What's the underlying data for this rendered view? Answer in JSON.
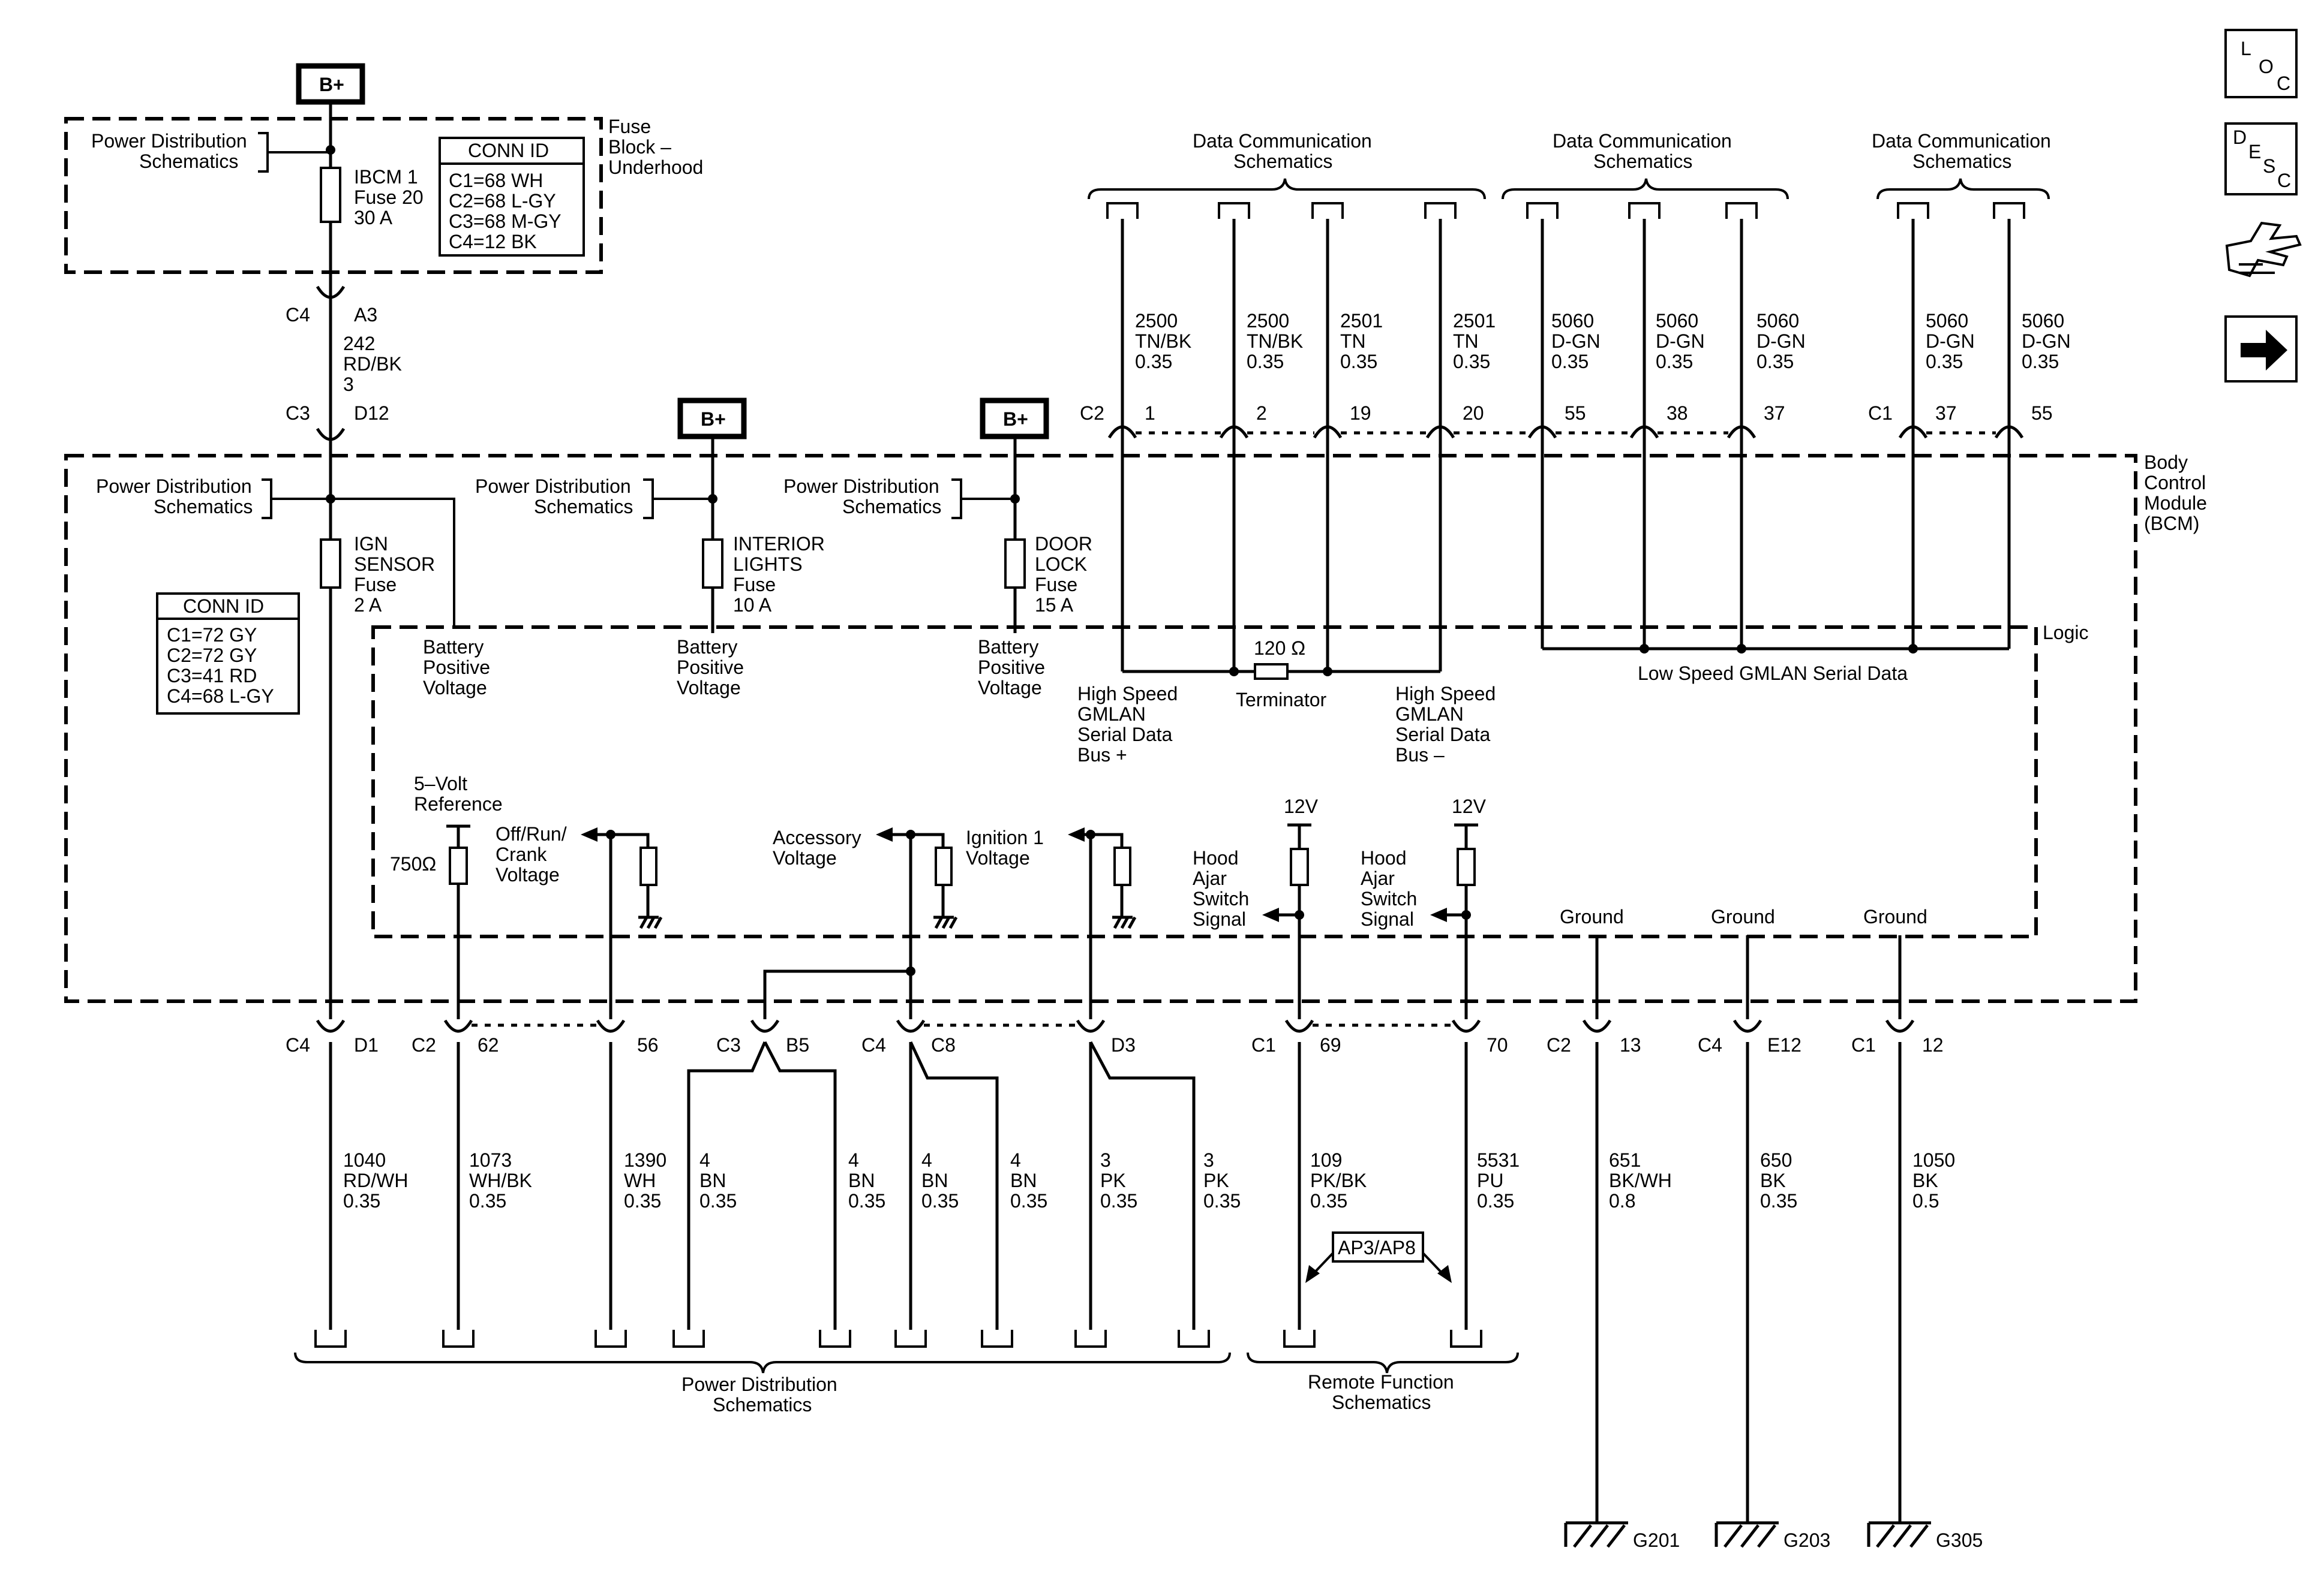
{
  "nav_icons": {
    "loc": [
      "L",
      "O",
      "C"
    ],
    "desc": [
      "D",
      "E",
      "S",
      "C"
    ],
    "items": [
      "loc-icon",
      "desc-icon",
      "connector-hand-icon",
      "next-arrow-icon"
    ]
  },
  "battery": {
    "label": "B+"
  },
  "fuse_block": {
    "title": [
      "Fuse",
      "Block –",
      "Underhood"
    ],
    "pd_ref": [
      "Power Distribution",
      "Schematics"
    ],
    "fuse": [
      "IBCM 1",
      "Fuse 20",
      "30 A"
    ],
    "conn_title": "CONN ID",
    "conn_rows": [
      "C1=68 WH",
      "C2=68 L-GY",
      "C3=68 M-GY",
      "C4=12 BK"
    ],
    "out_conn": [
      "C4",
      "A3"
    ]
  },
  "feed_wire": {
    "lines": [
      "242",
      "RD/BK",
      "3"
    ],
    "conn": [
      "C3",
      "D12"
    ]
  },
  "bcm": {
    "title": [
      "Body",
      "Control",
      "Module",
      "(BCM)"
    ],
    "logic": "Logic",
    "conn_title": "CONN ID",
    "conn_rows": [
      "C1=72 GY",
      "C2=72 GY",
      "C3=41 RD",
      "C4=68 L-GY"
    ],
    "feeds": [
      {
        "pd_ref": [
          "Power Distribution",
          "Schematics"
        ],
        "fuse": [
          "IGN",
          "SENSOR",
          "Fuse",
          "2 A"
        ]
      },
      {
        "pd_ref": [
          "Power Distribution",
          "Schematics"
        ],
        "fuse": [
          "INTERIOR",
          "LIGHTS",
          "Fuse",
          "10 A"
        ]
      },
      {
        "pd_ref": [
          "Power Distribution",
          "Schematics"
        ],
        "fuse": [
          "DOOR",
          "LOCK",
          "Fuse",
          "15 A"
        ]
      }
    ],
    "battery_voltage": [
      "Battery",
      "Positive",
      "Voltage"
    ],
    "ref5v": [
      "5–Volt",
      "Reference"
    ],
    "res_750": "750Ω",
    "off_run": [
      "Off/Run/",
      "Crank",
      "Voltage"
    ],
    "accessory": [
      "Accessory",
      "Voltage"
    ],
    "ignition1": [
      "Ignition 1",
      "Voltage"
    ],
    "hood_ajar": [
      "Hood",
      "Ajar",
      "Switch",
      "Signal"
    ],
    "v12": "12V",
    "ground": "Ground",
    "hs_plus": [
      "High Speed",
      "GMLAN",
      "Serial Data",
      "Bus +"
    ],
    "hs_minus": [
      "High Speed",
      "GMLAN",
      "Serial Data",
      "Bus –"
    ],
    "terminator": "Terminator",
    "ohm120": "120 Ω",
    "ls_gmlan": "Low Speed GMLAN Serial Data"
  },
  "top_refs": [
    [
      "Data Communication",
      "Schematics"
    ],
    [
      "Data Communication",
      "Schematics"
    ],
    [
      "Data Communication",
      "Schematics"
    ]
  ],
  "top_wires": [
    {
      "circuit": "2500",
      "color": "TN/BK",
      "gauge": "0.35",
      "pin": "1"
    },
    {
      "circuit": "2500",
      "color": "TN/BK",
      "gauge": "0.35",
      "pin": "2"
    },
    {
      "circuit": "2501",
      "color": "TN",
      "gauge": "0.35",
      "pin": "19"
    },
    {
      "circuit": "2501",
      "color": "TN",
      "gauge": "0.35",
      "pin": "20"
    },
    {
      "circuit": "5060",
      "color": "D-GN",
      "gauge": "0.35",
      "pin": "55"
    },
    {
      "circuit": "5060",
      "color": "D-GN",
      "gauge": "0.35",
      "pin": "38"
    },
    {
      "circuit": "5060",
      "color": "D-GN",
      "gauge": "0.35",
      "pin": "37"
    },
    {
      "circuit": "5060",
      "color": "D-GN",
      "gauge": "0.35",
      "pin": "37"
    },
    {
      "circuit": "5060",
      "color": "D-GN",
      "gauge": "0.35",
      "pin": "55"
    }
  ],
  "top_conn": [
    "C2",
    "C1"
  ],
  "bottom_conn": [
    {
      "conn": "C4",
      "pin": "D1"
    },
    {
      "conn": "C2",
      "pin": "62"
    },
    {
      "conn": "",
      "pin": "56"
    },
    {
      "conn": "C3",
      "pin": "B5"
    },
    {
      "conn": "C4",
      "pin": "C8"
    },
    {
      "conn": "",
      "pin": "D3"
    },
    {
      "conn": "C1",
      "pin": "69"
    },
    {
      "conn": "",
      "pin": "70"
    },
    {
      "conn": "C2",
      "pin": "13"
    },
    {
      "conn": "C4",
      "pin": "E12"
    },
    {
      "conn": "C1",
      "pin": "12"
    }
  ],
  "bottom_wires": [
    {
      "circuit": "1040",
      "color": "RD/WH",
      "gauge": "0.35"
    },
    {
      "circuit": "1073",
      "color": "WH/BK",
      "gauge": "0.35"
    },
    {
      "circuit": "1390",
      "color": "WH",
      "gauge": "0.35"
    },
    {
      "circuit": "4",
      "color": "BN",
      "gauge": "0.35"
    },
    {
      "circuit": "4",
      "color": "BN",
      "gauge": "0.35"
    },
    {
      "circuit": "4",
      "color": "BN",
      "gauge": "0.35"
    },
    {
      "circuit": "4",
      "color": "BN",
      "gauge": "0.35"
    },
    {
      "circuit": "3",
      "color": "PK",
      "gauge": "0.35"
    },
    {
      "circuit": "3",
      "color": "PK",
      "gauge": "0.35"
    },
    {
      "circuit": "109",
      "color": "PK/BK",
      "gauge": "0.35"
    },
    {
      "circuit": "5531",
      "color": "PU",
      "gauge": "0.35"
    },
    {
      "circuit": "651",
      "color": "BK/WH",
      "gauge": "0.8"
    },
    {
      "circuit": "650",
      "color": "BK",
      "gauge": "0.35"
    },
    {
      "circuit": "1050",
      "color": "BK",
      "gauge": "0.5"
    }
  ],
  "option_code": "AP3/AP8",
  "bottom_refs": [
    [
      "Power Distribution",
      "Schematics"
    ],
    [
      "Remote Function",
      "Schematics"
    ]
  ],
  "grounds": [
    "G201",
    "G203",
    "G305"
  ]
}
